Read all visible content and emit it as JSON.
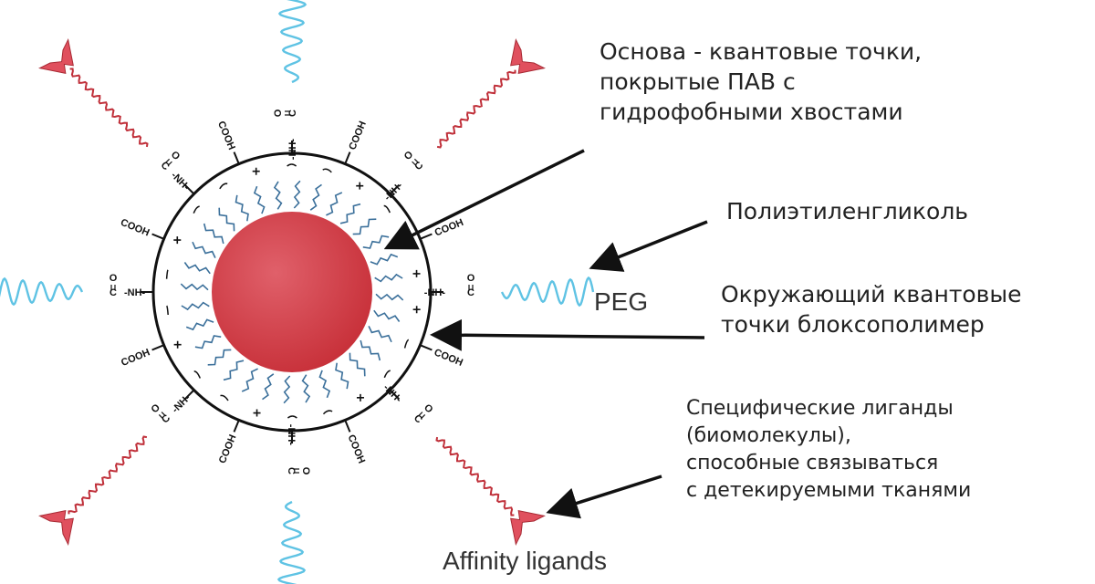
{
  "labels": {
    "core": [
      "Основа - квантовые точки,",
      "покрытые ПАВ с",
      "гидрофобными хвостами"
    ],
    "peg_ru": "Полиэтиленгликоль",
    "peg_en": "PEG",
    "copolymer": [
      "Окружающий квантовые",
      "точки блоксополимер"
    ],
    "ligands_ru": [
      "Специфические лиганды",
      "(биомолекулы),",
      "способные связываться",
      "с детекируемыми тканями"
    ],
    "ligands_en": "Affinity ligands"
  },
  "chemistry": {
    "cooh": "COOH",
    "amide_nh": "-NH-",
    "amide_c": "C",
    "oxygen": "O"
  },
  "colors": {
    "core": "#c8313a",
    "core_highlight": "#e0606a",
    "shell": "#111111",
    "surfactant_tails": "#3a6f9a",
    "peg": "#5fc3e4",
    "ligand_chain": "#c0303a",
    "ligand_head": "#e0505e",
    "arrows": "#111111"
  }
}
